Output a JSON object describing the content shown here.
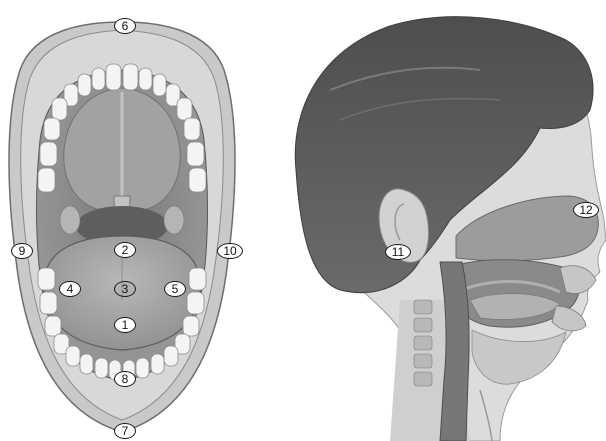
{
  "markers": [
    {
      "number": "1"
    },
    {
      "number": "2"
    },
    {
      "number": "3"
    },
    {
      "number": "4"
    },
    {
      "number": "5"
    },
    {
      "number": "6"
    },
    {
      "number": "7"
    },
    {
      "number": "8"
    },
    {
      "number": "9"
    },
    {
      "number": "10"
    },
    {
      "number": "11"
    },
    {
      "number": "12"
    }
  ],
  "colors": {
    "lip": "#c9c9c9",
    "mouth_interior": "#8d8d8d",
    "tongue": "#a9a9a9",
    "teeth": "#f4f4f4",
    "hair": "#5c5c5c",
    "skin": "#dcdcdc",
    "nasal_cavity": "#9c9c9c"
  }
}
